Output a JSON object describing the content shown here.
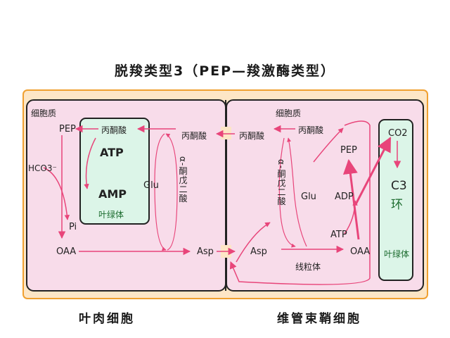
{
  "title": "脱羧类型3（PEP—羧激酶类型）",
  "mesophyll": {
    "region_label": "细胞质",
    "pep": "PEP",
    "hco3": "HCO3⁻",
    "pi": "Pi",
    "oaa": "OAA",
    "pyruvate_chloro": "丙酮酸",
    "atp": "ATP",
    "amp": "AMP",
    "chloroplast": "叶绿体",
    "pyruvate_mid": "丙酮酸",
    "glu": "Glu",
    "akg": "α-酮戊二酸",
    "asp": "Asp",
    "cell_name": "叶肉细胞"
  },
  "bundle_sheath": {
    "region_label": "细胞质",
    "pyruvate_left": "丙酮酸",
    "pyruvate_right": "丙酮酸",
    "akg": "α-酮戊二酸",
    "glu": "Glu",
    "asp": "Asp",
    "mito": "线粒体",
    "pep": "PEP",
    "adp": "ADP",
    "atp": "ATP",
    "oaa": "OAA",
    "co2": "CO2",
    "c3": "C3",
    "c3_cycle": "环",
    "chloroplast": "叶绿体",
    "cell_name": "维管束鞘细胞"
  },
  "colors": {
    "frame_orange": "#f0a030",
    "cell_fill": "#f8dcea",
    "chloro_fill": "#dcf5e8",
    "arrow": "#e8457a",
    "dark_line": "#222222"
  }
}
